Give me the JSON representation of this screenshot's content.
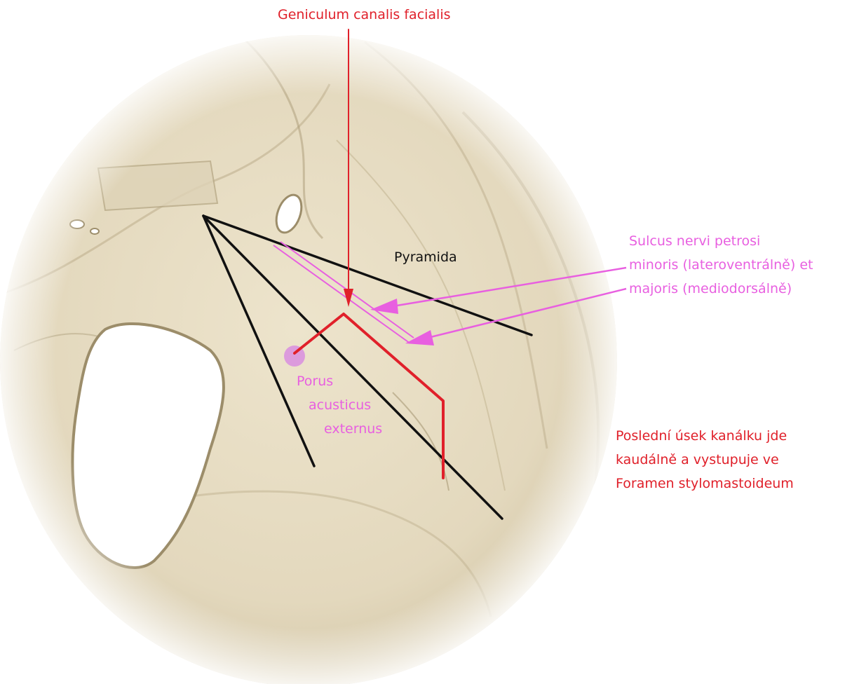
{
  "labels": {
    "geniculum": "Geniculum canalis facialis",
    "pyramida": "Pyramida",
    "sulcus_line1": "Sulcus nervi petrosi",
    "sulcus_line2": "minoris (lateroventrálně) et",
    "sulcus_line3": "majoris (mediodorsálně)",
    "porus_line1": "Porus",
    "porus_line2": "acusticus",
    "porus_line3": "externus",
    "last_line1": "Poslední úsek kanálku jde",
    "last_line2": "kaudálně a  vystupuje ve",
    "last_line3": "Foramen stylomastoideum"
  },
  "colors": {
    "bone": "#e6dcc3",
    "bone_shadow": "#bfb18f",
    "red_annotation": "#e0202a",
    "pink_annotation": "#e85fe0",
    "black_lines": "#111111",
    "background": "#ffffff"
  }
}
